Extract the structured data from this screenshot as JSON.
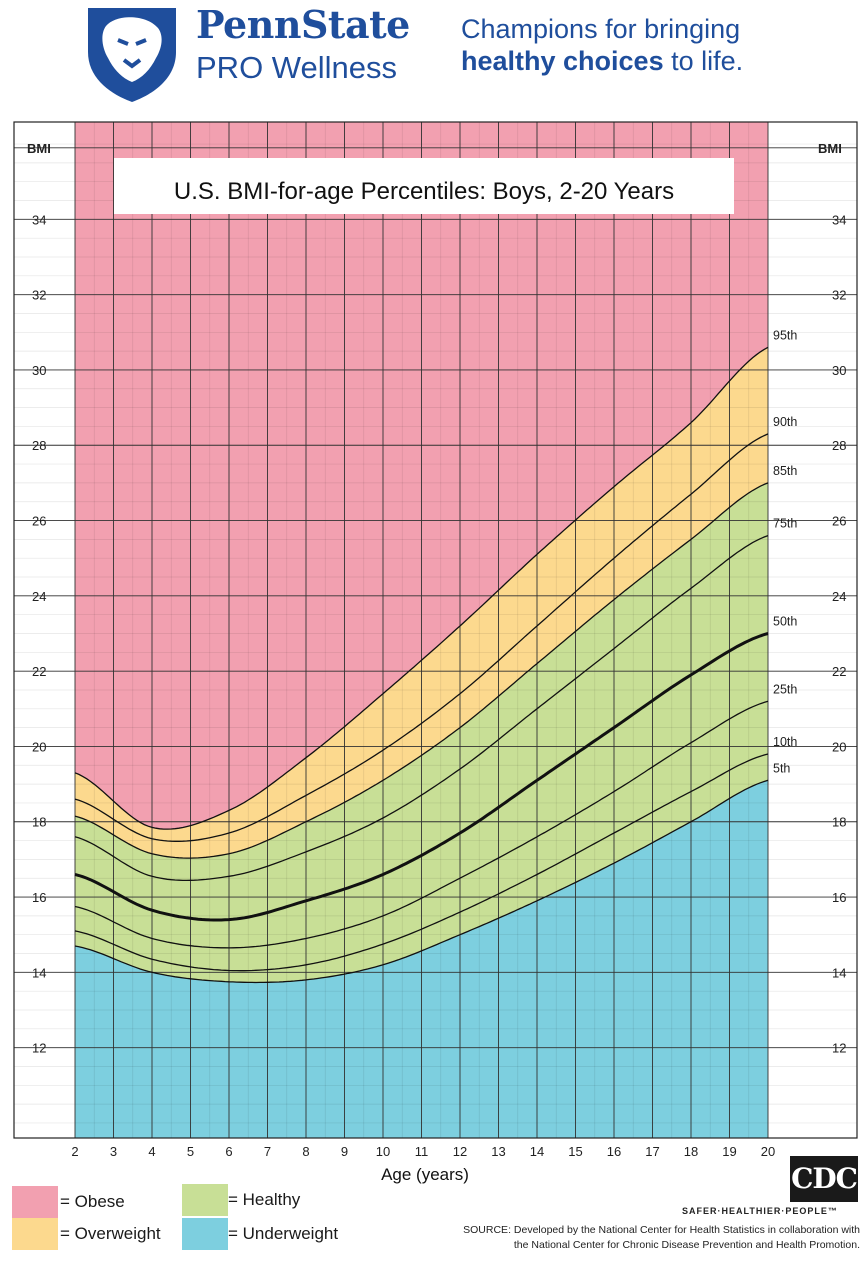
{
  "header": {
    "brand_title": "PennState",
    "brand_subtitle": "PRO Wellness",
    "tagline_line1": "Champions for bringing",
    "tagline_line2_bold": "healthy choices",
    "tagline_line2_rest": " to life."
  },
  "legend": {
    "obese": "= Obese",
    "overweight": "= Overweight",
    "healthy": "= Healthy",
    "underweight": "= Underweight"
  },
  "colors": {
    "obese": "#f2a0b0",
    "overweight": "#fcd98e",
    "healthy": "#c8df96",
    "underweight": "#7dcfdf",
    "brand": "#1f4e9c"
  },
  "footer": {
    "cdc_logo": "CDC",
    "cdc_tagline": "SAFER·HEALTHIER·PEOPLE™",
    "source_line1": "SOURCE: Developed by the National Center for Health Statistics in collaboration with",
    "source_line2": "the National Center for Chronic Disease Prevention and Health Promotion."
  },
  "chart_data": {
    "type": "line",
    "title": "U.S. BMI-for-age Percentiles: Boys, 2-20 Years",
    "xlabel": "Age (years)",
    "ylabel": "BMI",
    "xlim": [
      2,
      20
    ],
    "ylim": [
      10,
      36
    ],
    "x_ticks": [
      2,
      3,
      4,
      5,
      6,
      7,
      8,
      9,
      10,
      11,
      12,
      13,
      14,
      15,
      16,
      17,
      18,
      19,
      20
    ],
    "y_ticks": [
      12,
      14,
      16,
      18,
      20,
      22,
      24,
      26,
      28,
      30,
      32,
      34
    ],
    "x": [
      2,
      4,
      6,
      8,
      10,
      12,
      14,
      16,
      18,
      20
    ],
    "series": [
      {
        "name": "5th",
        "values": [
          14.7,
          14.0,
          13.75,
          13.8,
          14.2,
          15.0,
          15.9,
          16.9,
          18.0,
          19.1
        ]
      },
      {
        "name": "10th",
        "values": [
          15.1,
          14.35,
          14.05,
          14.2,
          14.75,
          15.6,
          16.6,
          17.7,
          18.8,
          19.8
        ]
      },
      {
        "name": "25th",
        "values": [
          15.75,
          14.9,
          14.65,
          14.9,
          15.5,
          16.5,
          17.6,
          18.8,
          20.1,
          21.2
        ]
      },
      {
        "name": "50th",
        "values": [
          16.6,
          15.65,
          15.4,
          15.9,
          16.6,
          17.7,
          19.1,
          20.5,
          21.9,
          23.0
        ]
      },
      {
        "name": "75th",
        "values": [
          17.6,
          16.55,
          16.55,
          17.2,
          18.1,
          19.4,
          21.0,
          22.6,
          24.2,
          25.6
        ]
      },
      {
        "name": "85th",
        "values": [
          18.15,
          17.15,
          17.15,
          18.0,
          19.1,
          20.5,
          22.2,
          23.9,
          25.5,
          27.0
        ]
      },
      {
        "name": "90th",
        "values": [
          18.6,
          17.55,
          17.7,
          18.7,
          19.9,
          21.4,
          23.2,
          25.0,
          26.7,
          28.3
        ]
      },
      {
        "name": "95th",
        "values": [
          19.3,
          17.85,
          18.3,
          19.7,
          21.4,
          23.2,
          25.1,
          26.9,
          28.6,
          30.6
        ]
      }
    ],
    "grid": true,
    "legend": "bottom-left"
  }
}
